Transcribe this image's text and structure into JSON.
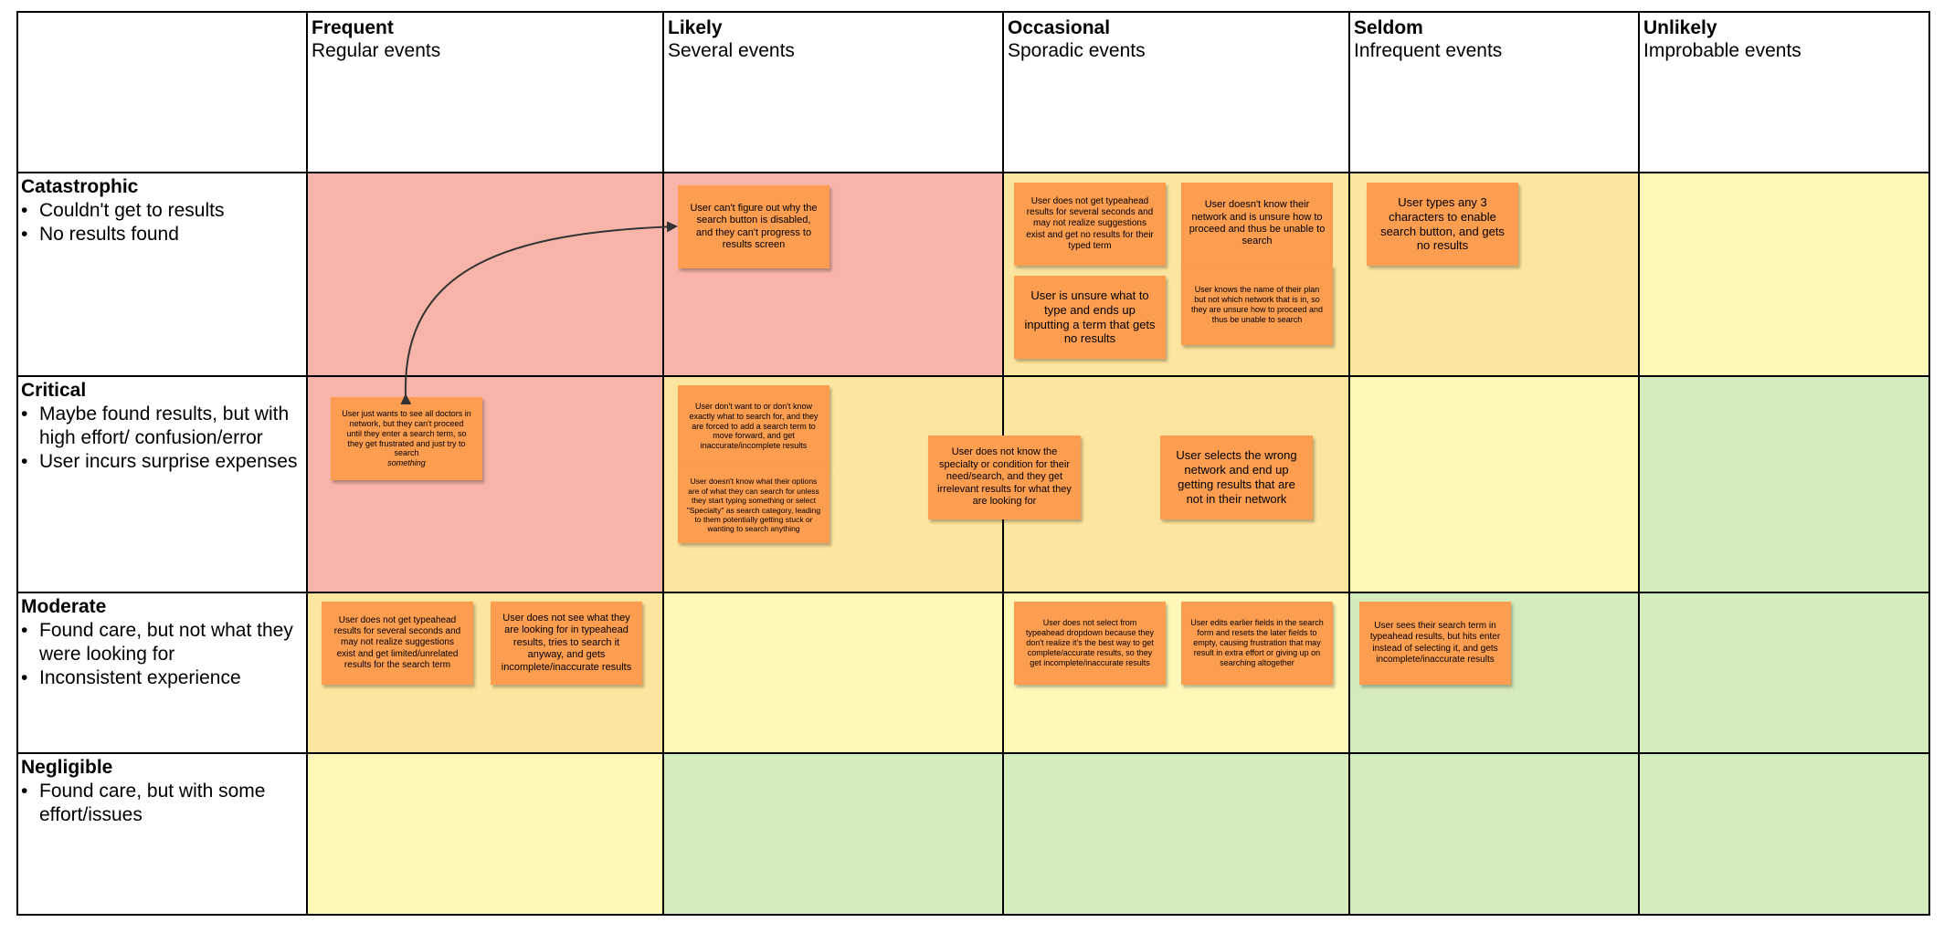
{
  "columns": [
    {
      "title": "Frequent",
      "subtitle": "Regular events"
    },
    {
      "title": "Likely",
      "subtitle": "Several events"
    },
    {
      "title": "Occasional",
      "subtitle": "Sporadic events"
    },
    {
      "title": "Seldom",
      "subtitle": "Infrequent events"
    },
    {
      "title": "Unlikely",
      "subtitle": "Improbable events"
    }
  ],
  "rows": [
    {
      "title": "Catastrophic",
      "bullets": [
        "Couldn't get to results",
        "No results found"
      ]
    },
    {
      "title": "Critical",
      "bullets": [
        "Maybe found results, but with high effort/ confusion/error",
        "User incurs surprise expenses"
      ]
    },
    {
      "title": "Moderate",
      "bullets": [
        "Found care, but not what they were looking for",
        "Inconsistent experience"
      ]
    },
    {
      "title": "Negligible",
      "bullets": [
        "Found care, but with some effort/issues"
      ]
    }
  ],
  "colors": {
    "red": "#f8b4a9",
    "orange": "#fce59e",
    "yellow": "#fff8b8",
    "green": "#d4ebbd",
    "sticky_note": "#fd9d50"
  },
  "notes": {
    "n1": "User can't figure out why the search button is disabled, and they can't progress to results screen",
    "n2": "User does not get typeahead results for several seconds and may not realize suggestions exist and get no results for their typed term",
    "n3": "User doesn't know their network and is unsure how to proceed and thus be unable to search",
    "n4": "User is unsure what to type and ends up inputting a term that gets no results",
    "n5": "User knows the name of their plan but not which network that is in, so they are unsure how to proceed and thus be unable to search",
    "n6": "User types any 3 characters to enable search button, and gets no results",
    "n7_main": "User just wants to see all doctors in network, but they can't proceed until they enter a search term, so they get frustrated and just try to search",
    "n7_em": "something",
    "n8": "User don't want to or don't know exactly what to search for, and they are forced to add a search term to move forward, and get inaccurate/incomplete results",
    "n9": "User doesn't know what their options are of what they can search for unless they start typing something or select \"Specialty\" as search category, leading to them potentially getting stuck or wanting to search anything",
    "n10": "User does not know the specialty or condition for their need/search, and they get irrelevant results for what they are looking for",
    "n11": "User selects the wrong network and end up getting results that are not in their network",
    "n12": "User does not get typeahead results for several seconds and may not realize suggestions exist and get limited/unrelated results for the search term",
    "n13": "User does not see what they are looking for in typeahead results, tries to search it anyway, and gets incomplete/inaccurate results",
    "n14": "User does not select from typeahead dropdown because they don't realize it's the best way to get complete/accurate results, so they get incomplete/inaccurate results",
    "n15": "User edits earlier fields in the search form and resets the later fields to empty, causing frustration that may result in extra effort or giving up on searching altogether",
    "n16": "User sees their search term in typeahead results, but hits enter instead of selecting it, and gets incomplete/inaccurate results"
  },
  "connector": {
    "from": "n7",
    "to": "n1",
    "arrow": "both"
  }
}
